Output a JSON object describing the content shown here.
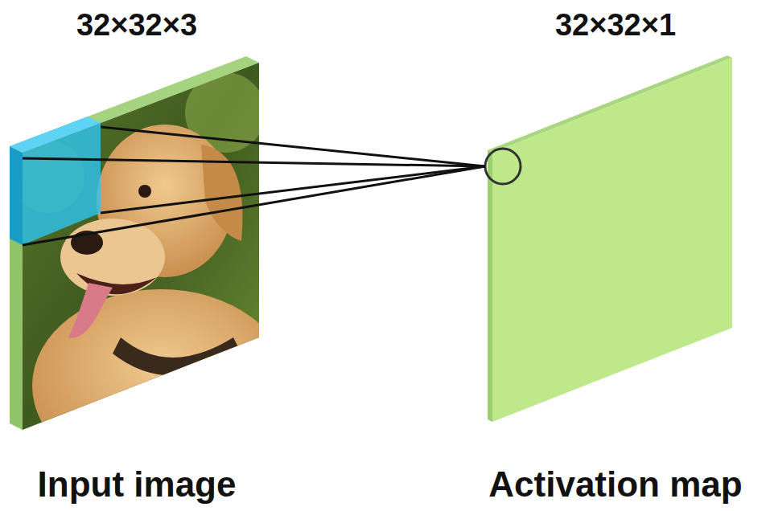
{
  "diagram": {
    "nodes": [
      {
        "text": [
          "32×32×3",
          "Input image"
        ]
      },
      {
        "text": [
          "32×32×1",
          "Activation map"
        ]
      }
    ],
    "edges": [
      {
        "from": 0,
        "to": 1,
        "arrow": "none"
      }
    ]
  }
}
